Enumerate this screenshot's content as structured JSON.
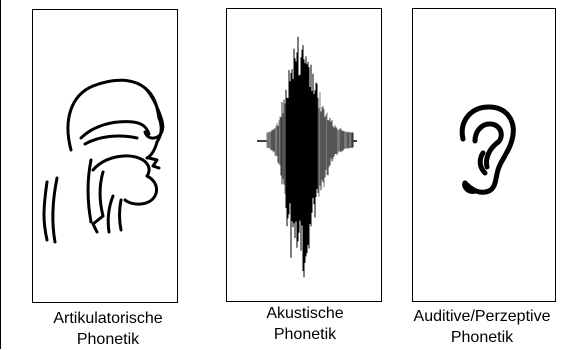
{
  "panels": [
    {
      "id": "articulatory",
      "icon": "vocal-tract-icon",
      "caption_lines": [
        "Artikulatorische",
        "Phonetik"
      ]
    },
    {
      "id": "acoustic",
      "icon": "sound-waveform-icon",
      "caption_lines": [
        "Akustische",
        "Phonetik"
      ]
    },
    {
      "id": "auditory",
      "icon": "ear-icon",
      "caption_lines": [
        "Auditive/Perzeptive",
        "Phonetik"
      ]
    }
  ],
  "colors": {
    "line": "#000000",
    "background": "#ffffff"
  }
}
